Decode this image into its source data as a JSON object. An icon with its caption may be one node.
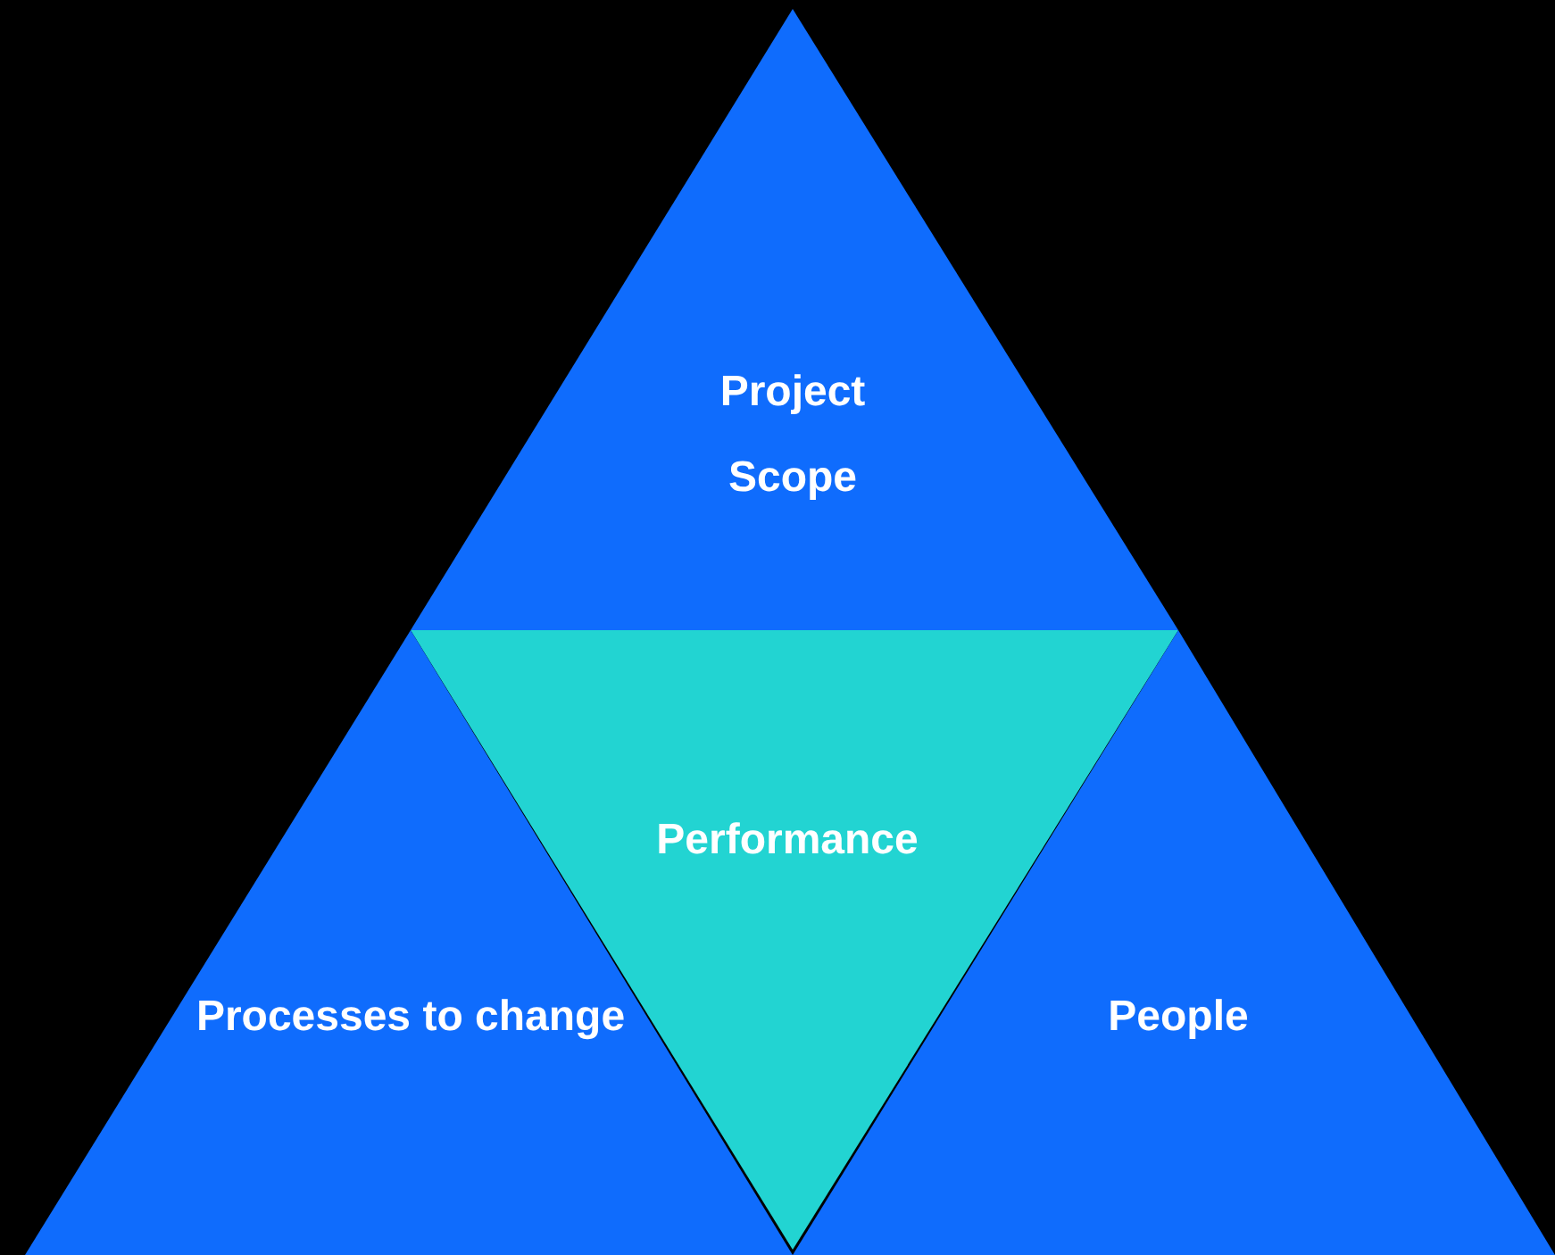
{
  "diagram": {
    "nodes": [
      {
        "text": [
          "Project Scope"
        ]
      },
      {
        "text": [
          "Performance"
        ]
      },
      {
        "text": [
          "Processes to change"
        ]
      },
      {
        "text": [
          "People"
        ]
      }
    ]
  }
}
